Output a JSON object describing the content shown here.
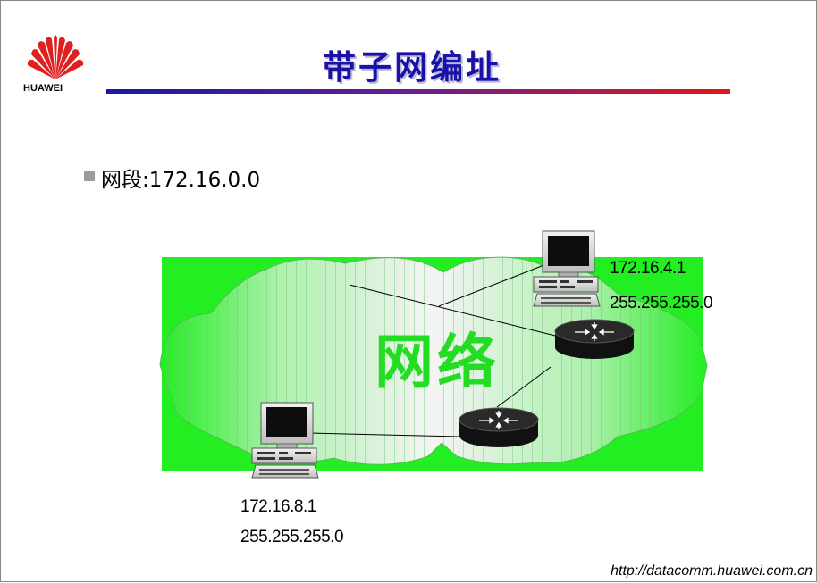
{
  "brand": {
    "name": "HUAWEI"
  },
  "title": "带子网编址",
  "bullet": {
    "text": "网段:172.16.0.0"
  },
  "network": {
    "label": "网络"
  },
  "hosts": [
    {
      "ip": "172.16.4.1",
      "mask": "255.255.255.0"
    },
    {
      "ip": "172.16.8.1",
      "mask": "255.255.255.0"
    }
  ],
  "footer": {
    "url": "http://datacomm.huawei.com.cn"
  },
  "colors": {
    "title": "#1a12a8",
    "cloud": "#22ee22",
    "network_label": "#22dd22",
    "router": "#111111"
  },
  "icons": [
    "huawei-logo",
    "computer-icon",
    "router-icon"
  ]
}
